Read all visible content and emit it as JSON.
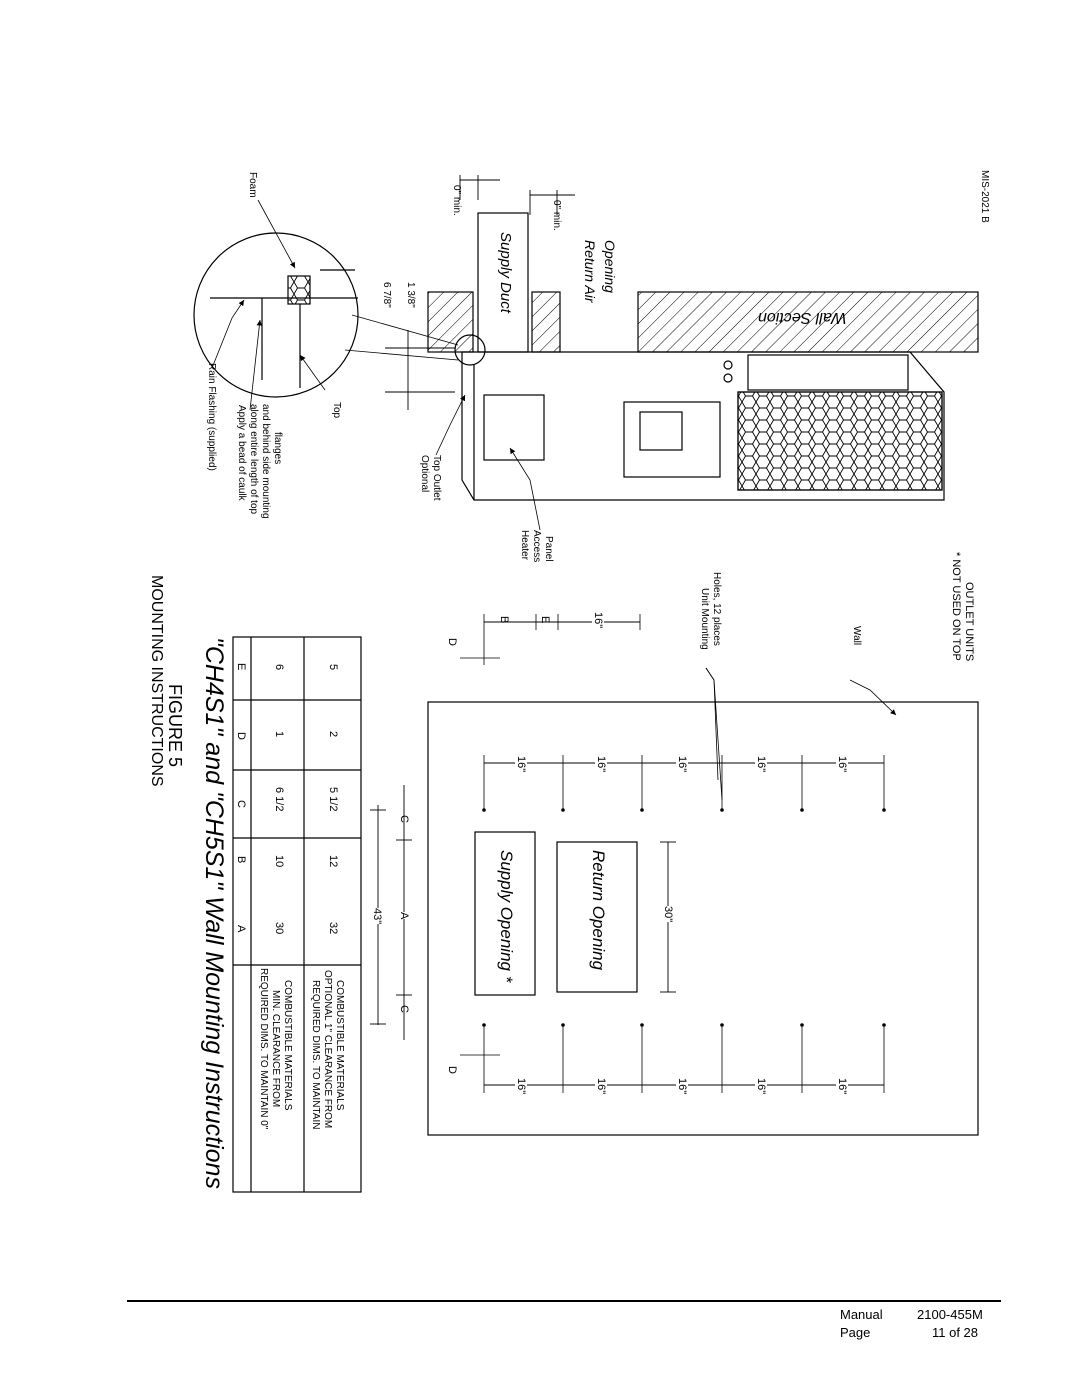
{
  "figure": {
    "number_label": "FIGURE  5",
    "subtitle": "MOUNTING INSTRUCTIONS",
    "title": "\"CH4S1\" and \"CH5S1\" Wall Mounting Instructions"
  },
  "table": {
    "headers": [
      "A",
      "B",
      "C",
      "D",
      "E"
    ],
    "rows": [
      {
        "label_lines": [
          "REQUIRED DIMS. TO MAINTAIN 0\"",
          "MIN. CLEARANCE FROM",
          "COMBUSTIBLE MATERIALS"
        ],
        "values": [
          "30",
          "10",
          "6 1/2",
          "1",
          "6"
        ]
      },
      {
        "label_lines": [
          "REQUIRED DIMS. TO MAINTAIN",
          "OPTIONAL 1\" CLEARANCE FROM",
          "COMBUSTIBLE MATERIALS"
        ],
        "values": [
          "32",
          "12",
          "5 1/2",
          "2",
          "5"
        ]
      }
    ]
  },
  "wall_layout": {
    "supply_opening": "Supply Opening *",
    "return_opening": "Return Opening",
    "dim_43": "43\"",
    "dim_30": "30\"",
    "dim_16": "16\"",
    "letter_a": "A",
    "letter_b": "B",
    "letter_c": "C",
    "letter_d": "D",
    "letter_e": "E",
    "unit_mounting_holes": [
      "Unit Mounting",
      "Holes, 12 places"
    ],
    "wall_label": "Wall",
    "footnote": [
      "* NOT USED ON TOP",
      "OUTLET UNITS"
    ]
  },
  "side_view": {
    "rain_flashing": "Rain Flashing (supplied)",
    "caulk_note": [
      "Apply a bead of caulk",
      "along entire length of top",
      "and behind side mounting",
      "flanges"
    ],
    "top_label": "Top",
    "foam_label": "Foam",
    "optional_top_outlet": [
      "Optional",
      "Top Outlet"
    ],
    "heater_access_panel": [
      "Heater",
      "Access",
      "Panel"
    ],
    "dim_678": "6 7/8\"",
    "dim_138": "1 3/8\"",
    "zero_min_1": "0\" min.",
    "zero_min_2": "0\" min.",
    "supply_duct": "Supply Duct",
    "return_air_opening": [
      "Return Air",
      "Opening"
    ],
    "wall_section": "Wall Section",
    "drawing_number": "MIS-2021 B"
  },
  "footer": {
    "manual_label": "Manual",
    "manual_number": "2100-455M",
    "page_label": "Page",
    "page_number": "11 of 28"
  }
}
